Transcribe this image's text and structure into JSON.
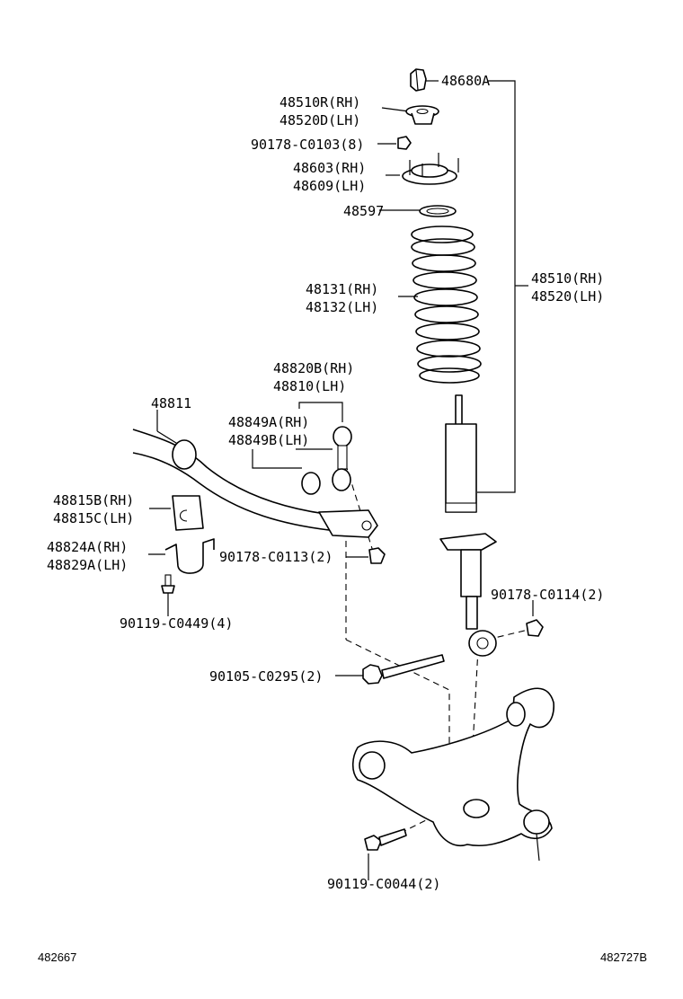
{
  "labels": {
    "p48680a": "48680A",
    "p48510r": "48510R(RH)",
    "p48520d": "48520D(LH)",
    "p90178_c0103": "90178-C0103(8)",
    "p48603": "48603(RH)",
    "p48609": "48609(LH)",
    "p48597": "48597",
    "p48510_rh": "48510(RH)",
    "p48520_lh": "48520(LH)",
    "p48131": "48131(RH)",
    "p48132": "48132(LH)",
    "p48820b": "48820B(RH)",
    "p48810": "48810(LH)",
    "p48811": "48811",
    "p48849a": "48849A(RH)",
    "p48849b": "48849B(LH)",
    "p48815b": "48815B(RH)",
    "p48815c": "48815C(LH)",
    "p48824a": "48824A(RH)",
    "p48829a": "48829A(LH)",
    "p90178_c0113": "90178-C0113(2)",
    "p90119_c0449": "90119-C0449(4)",
    "p90178_c0114": "90178-C0114(2)",
    "p90105_c0295": "90105-C0295(2)",
    "p90119_c0044": "90119-C0044(2)"
  },
  "footer": {
    "left_ref": "482667",
    "right_ref": "482727B"
  }
}
